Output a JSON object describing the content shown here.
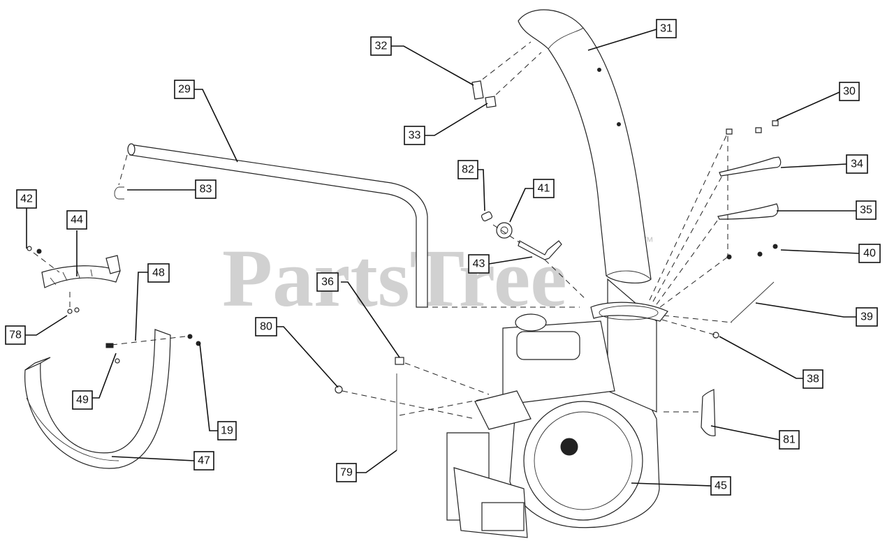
{
  "watermark": {
    "text": "PartsTree",
    "trademark": "™"
  },
  "callouts": [
    "31",
    "32",
    "33",
    "29",
    "30",
    "34",
    "83",
    "82",
    "41",
    "35",
    "42",
    "44",
    "40",
    "43",
    "36",
    "48",
    "39",
    "80",
    "78",
    "38",
    "49",
    "81",
    "19",
    "47",
    "45",
    "79"
  ]
}
